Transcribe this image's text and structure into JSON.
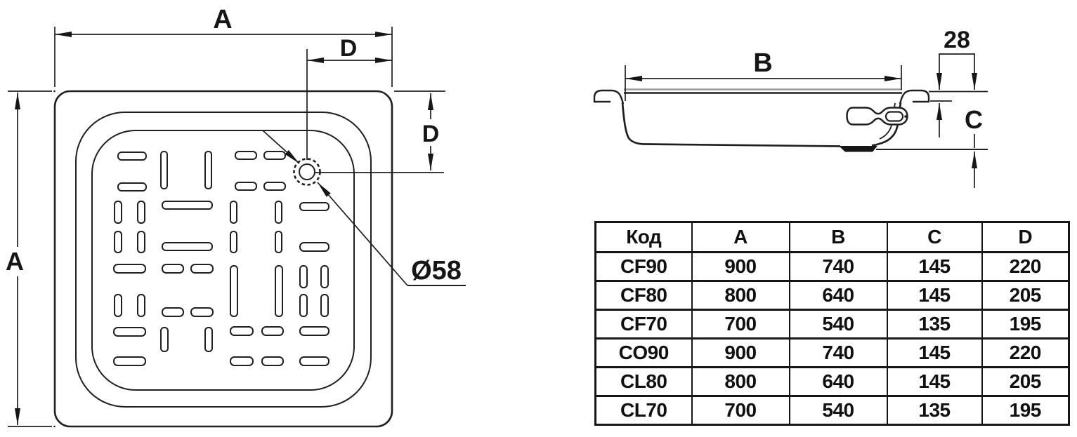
{
  "drawing": {
    "top_view": {
      "width_label_top": "A",
      "height_label_left": "A",
      "drain_offset_top": "D",
      "drain_offset_right": "D",
      "drain_diameter": "Ø58"
    },
    "side_view": {
      "bottom_width_label": "B",
      "rim_height_value": "28",
      "depth_label": "C"
    }
  },
  "table": {
    "headers": [
      "Код",
      "A",
      "B",
      "C",
      "D"
    ],
    "rows": [
      [
        "CF90",
        "900",
        "740",
        "145",
        "220"
      ],
      [
        "CF80",
        "800",
        "640",
        "145",
        "205"
      ],
      [
        "CF70",
        "700",
        "540",
        "135",
        "195"
      ],
      [
        "CO90",
        "900",
        "740",
        "145",
        "220"
      ],
      [
        "CL80",
        "800",
        "640",
        "145",
        "205"
      ],
      [
        "CL70",
        "700",
        "540",
        "135",
        "195"
      ]
    ]
  }
}
